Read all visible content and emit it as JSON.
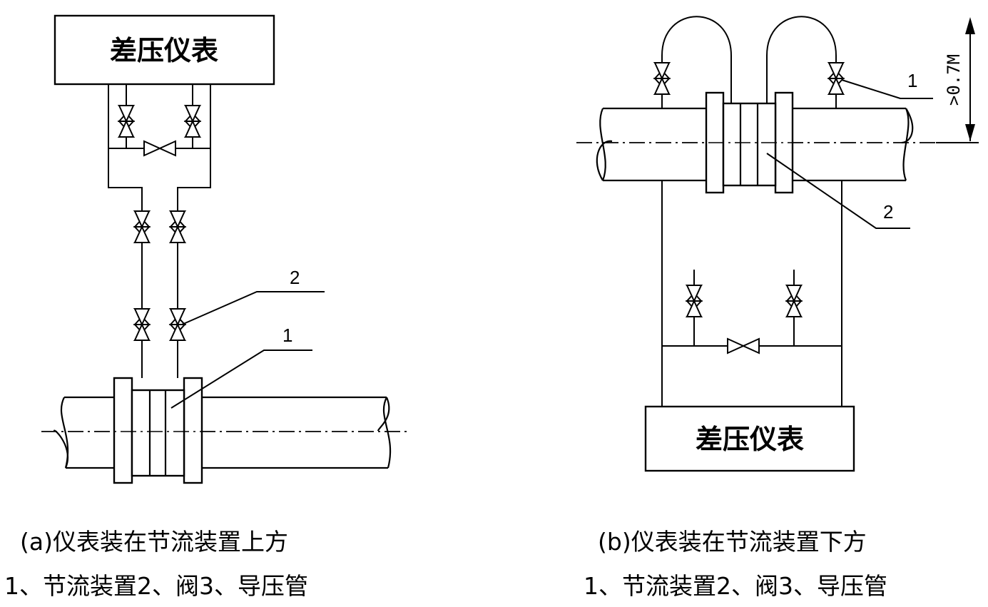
{
  "diagram_a": {
    "instrument_label": "差压仪表",
    "callout_1": "1",
    "callout_2": "2",
    "caption": "(a)仪表装在节流装置上方",
    "legend": "1、节流装置2、阀3、导压管"
  },
  "diagram_b": {
    "instrument_label": "差压仪表",
    "callout_1": "1",
    "callout_2": "2",
    "height_label": ">0.7M",
    "caption": "(b)仪表装在节流装置下方",
    "legend": "1、节流装置2、阀3、导压管"
  }
}
